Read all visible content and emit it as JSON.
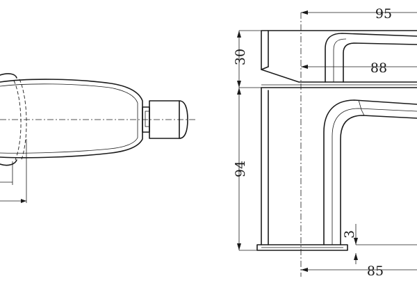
{
  "dimensions": {
    "top_width": "95",
    "spout_reach": "88",
    "head_height": "30",
    "body_height": "94",
    "base_gap": "3",
    "base_width": "85"
  }
}
